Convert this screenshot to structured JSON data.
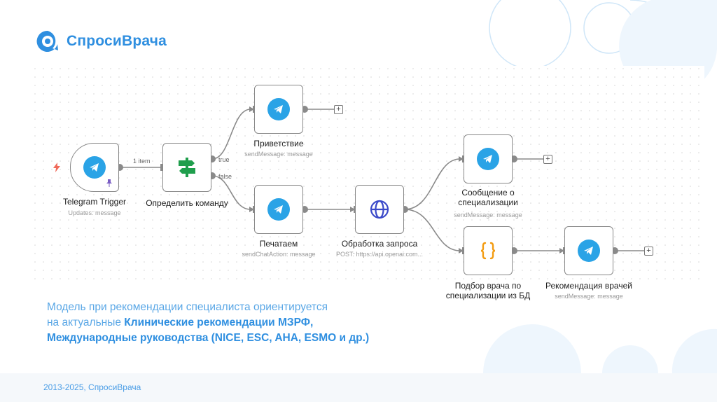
{
  "brand": {
    "name": "СпросиВрача"
  },
  "nodes": {
    "telegram_trigger": {
      "title": "Telegram Trigger",
      "subtitle": "Updates: message"
    },
    "define_command": {
      "title": "Определить команду"
    },
    "greeting": {
      "title": "Приветствие",
      "subtitle": "sendMessage: message"
    },
    "typing": {
      "title": "Печатаем",
      "subtitle": "sendChatAction: message"
    },
    "request_processing": {
      "title": "Обработка запроса",
      "subtitle": "POST: https://api.openai.com..."
    },
    "specialization_message": {
      "title_line1": "Сообщение о",
      "title_line2": "специализации",
      "subtitle": "sendMessage: message"
    },
    "doctor_selection": {
      "title_line1": "Подбор врача по",
      "title_line2": "специализации из БД"
    },
    "doctor_recommendation": {
      "title": "Рекомендация врачей",
      "subtitle": "sendMessage: message"
    }
  },
  "edges": {
    "items_label": "1 item",
    "true_label": "true",
    "false_label": "false",
    "plus_symbol": "+"
  },
  "description": {
    "line1": "Модель при рекомендации специалиста ориентируется",
    "line2_plain": "на актуальные ",
    "line2_bold": "Клинические рекомендации МЗРФ,",
    "line3_bold": "Международные руководства (NICE, ESC, AHA, ESMO и др.)"
  },
  "footer": {
    "text": "2013-2025, СпросиВрача"
  },
  "colors": {
    "brand": "#2f8fe0",
    "telegram": "#2aa3e6",
    "code": "#f39c12",
    "switch": "#1f9e4c",
    "globe": "#3a49c9",
    "trigger_bolt": "#f06a5a",
    "pin": "#7a5cc4"
  },
  "icons": {
    "logo": "brand-logo-icon",
    "telegram": "telegram-icon",
    "switch": "signpost-icon",
    "http": "globe-icon",
    "code": "curly-braces-icon",
    "trigger": "lightning-icon",
    "pin": "pin-icon",
    "add": "plus-icon"
  }
}
